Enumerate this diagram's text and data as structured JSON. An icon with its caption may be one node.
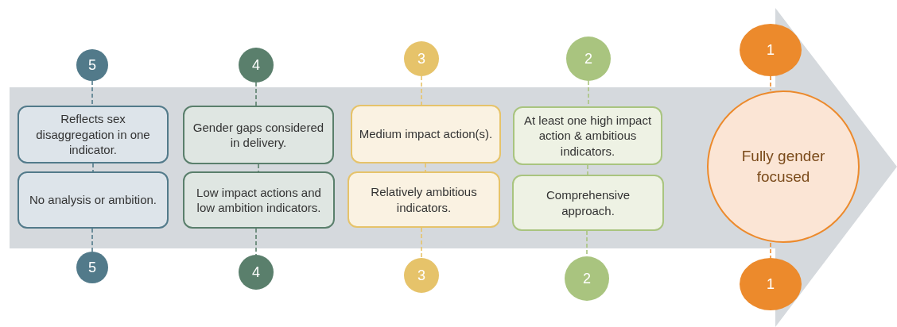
{
  "diagram": {
    "nodes": [
      {
        "text": [
          "5"
        ]
      },
      {
        "text": [
          "Reflects sex disaggregation in one indicator."
        ]
      },
      {
        "text": [
          "No analysis or ambition."
        ]
      },
      {
        "text": [
          "5"
        ]
      },
      {
        "text": [
          "4"
        ]
      },
      {
        "text": [
          "Gender gaps considered in delivery."
        ]
      },
      {
        "text": [
          "Low impact actions and low ambition indicators."
        ]
      },
      {
        "text": [
          "4"
        ]
      },
      {
        "text": [
          "3"
        ]
      },
      {
        "text": [
          "Medium impact action(s)."
        ]
      },
      {
        "text": [
          "Relatively ambitious indicators."
        ]
      },
      {
        "text": [
          "3"
        ]
      },
      {
        "text": [
          "2"
        ]
      },
      {
        "text": [
          "At least one high impact action & ambitious indicators."
        ]
      },
      {
        "text": [
          "Comprehensive approach."
        ]
      },
      {
        "text": [
          "2"
        ]
      },
      {
        "text": [
          "1"
        ]
      },
      {
        "text": [
          "Fully gender focused"
        ]
      },
      {
        "text": [
          "1"
        ]
      }
    ],
    "edges": [
      {
        "from": 0,
        "to": 1,
        "arrow": "none",
        "style": "dashed",
        "color": "#527a8a"
      },
      {
        "from": 1,
        "to": 2,
        "arrow": "none",
        "style": "dashed",
        "color": "#527a8a"
      },
      {
        "from": 2,
        "to": 3,
        "arrow": "none",
        "style": "dashed",
        "color": "#527a8a"
      },
      {
        "from": 4,
        "to": 5,
        "arrow": "none",
        "style": "dashed",
        "color": "#5a7f6c"
      },
      {
        "from": 5,
        "to": 6,
        "arrow": "none",
        "style": "dashed",
        "color": "#5a7f6c"
      },
      {
        "from": 6,
        "to": 7,
        "arrow": "none",
        "style": "dashed",
        "color": "#5a7f6c"
      },
      {
        "from": 8,
        "to": 9,
        "arrow": "none",
        "style": "dashed",
        "color": "#e6c36a"
      },
      {
        "from": 9,
        "to": 10,
        "arrow": "none",
        "style": "dashed",
        "color": "#e6c36a"
      },
      {
        "from": 10,
        "to": 11,
        "arrow": "none",
        "style": "dashed",
        "color": "#e6c36a"
      },
      {
        "from": 12,
        "to": 13,
        "arrow": "none",
        "style": "dashed",
        "color": "#a9c47f"
      },
      {
        "from": 13,
        "to": 14,
        "arrow": "none",
        "style": "dashed",
        "color": "#a9c47f"
      },
      {
        "from": 14,
        "to": 15,
        "arrow": "none",
        "style": "dashed",
        "color": "#a9c47f"
      },
      {
        "from": 16,
        "to": 17,
        "arrow": "none",
        "style": "dashed",
        "color": "#ec8a2c"
      },
      {
        "from": 17,
        "to": 18,
        "arrow": "none",
        "style": "dashed",
        "color": "#ec8a2c"
      }
    ]
  }
}
